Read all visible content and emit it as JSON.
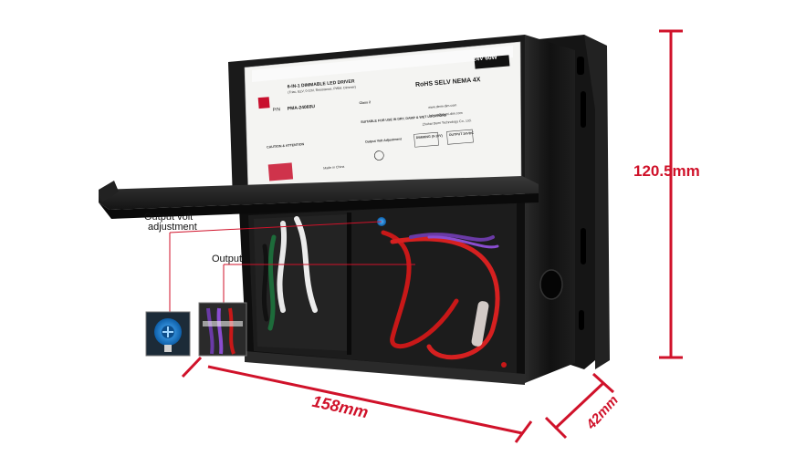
{
  "product": {
    "title": "6-IN-1 DIMMABLE LED DRIVER",
    "subtitle": "(Triac, ELV, 0-10V, Resistance, PWM, Dimmer)",
    "badge": "24V 60W",
    "model_prefix": "P/N",
    "model": "PMA-24060U",
    "certifications": "RoHS SELV NEMA 4X",
    "class_text": "Class 2",
    "website": "www.demi-dim.com",
    "email": "luoyuri@demi-dim.com",
    "company": "Zhuhai Demi Technology Co., Ltd.",
    "caution_label": "CAUTION & ATTENTION",
    "dimming_box_title": "DIMMING (0-10V)",
    "output_box_title": "OUTPUT 24VDC",
    "voltage_adjust_label": "Output Volt Adjustment",
    "suitable_text": "SUITABLE FOR USE IN DRY, DAMP & WET LOCATIONS",
    "made_in": "Made in China"
  },
  "callouts": {
    "volt_adjust": "Output volt\nadjustment",
    "output": "Output"
  },
  "dimensions": {
    "height": "120.5mm",
    "length": "158mm",
    "depth": "42mm"
  },
  "colors": {
    "dimension_line": "#d0122a",
    "housing": "#1a1a1a",
    "label_bg": "#f4f4f2",
    "accent_red": "#c8102e",
    "knob_blue": "#1a7fd0"
  }
}
